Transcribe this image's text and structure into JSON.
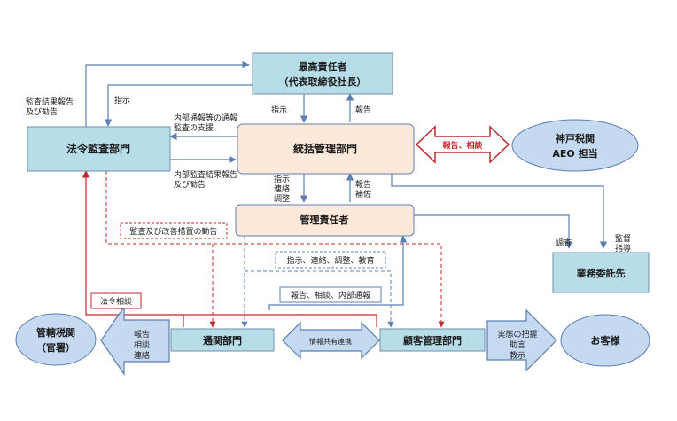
{
  "nodes": {
    "ceo": {
      "line1": "最高責任者",
      "line2": "（代表取締役社長）"
    },
    "legal_audit": "法令監査部門",
    "general_mgmt": "統括管理部門",
    "mgr": "管理責任者",
    "kobe_customs": {
      "line1": "神戸税関",
      "line2": "AEO 担当"
    },
    "outsourcing": "業務委託先",
    "customs_dept": "通関部門",
    "customer_mgmt": "顧客管理部門",
    "customer": "お客様",
    "jurisdiction": {
      "line1": "管轄税関",
      "line2": "（官署）"
    }
  },
  "labels": {
    "audit_report": {
      "line1": "監査結果報告",
      "line2": "及び勧告"
    },
    "instruct_ceo": "指示",
    "report_ceo": "報告",
    "internal_report": {
      "line1": "内部通報等の通報",
      "line2": "監査の支援"
    },
    "internal_audit": {
      "line1": "内部監査結果報告",
      "line2": "及び勧告"
    },
    "report_consult": "報告、相談",
    "instruct_liaise": [
      "指示",
      "連絡",
      "調整"
    ],
    "report_assist": [
      "報告",
      "補佐"
    ],
    "audit_improve": "監査及び改善措置の勧告",
    "instr_edu": "指示、連絡、調整、教育",
    "report_internal": "報告、相談、内部通報",
    "legal_consult": "法令相談",
    "survey": "調査",
    "supervise": [
      "監督",
      "指導"
    ],
    "info_share": "情報共有連携",
    "report_to_customs": [
      "報告",
      "相談",
      "連絡"
    ],
    "customer_arrow": [
      "実態の把握",
      "助言",
      "教示"
    ]
  },
  "colors": {
    "box_blue": "#b7dde8",
    "box_peach": "#fde9d9",
    "ellipse_blue": "#c5d9f1",
    "line_blue": "#5b7fb3",
    "line_red": "#c0282d"
  }
}
